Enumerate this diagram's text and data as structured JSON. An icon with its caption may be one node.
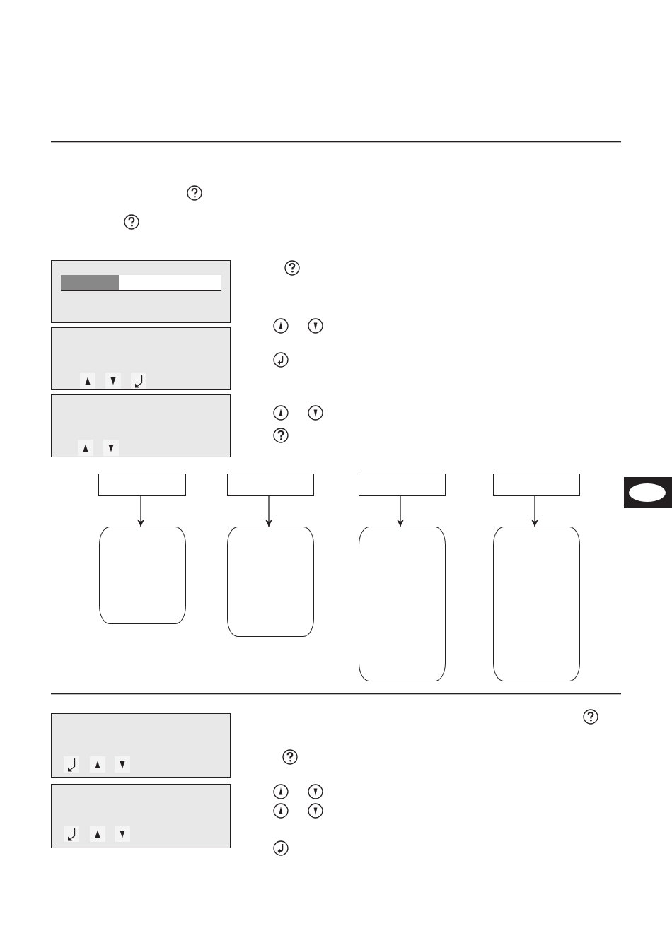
{
  "diagram": {
    "nodes": [
      {
        "text": [],
        "shape": "box"
      },
      {
        "text": [],
        "shape": "box"
      },
      {
        "text": [],
        "shape": "box"
      },
      {
        "text": [],
        "shape": "box"
      },
      {
        "text": [],
        "shape": "box"
      },
      {
        "text": [],
        "shape": "box"
      },
      {
        "text": [],
        "shape": "box"
      },
      {
        "text": [],
        "shape": "box"
      }
    ],
    "edges": [
      {
        "from": 0,
        "to": 4,
        "arrow": "to"
      },
      {
        "from": 1,
        "to": 5,
        "arrow": "to"
      },
      {
        "from": 2,
        "to": 6,
        "arrow": "to"
      },
      {
        "from": 3,
        "to": 7,
        "arrow": "to"
      }
    ]
  }
}
